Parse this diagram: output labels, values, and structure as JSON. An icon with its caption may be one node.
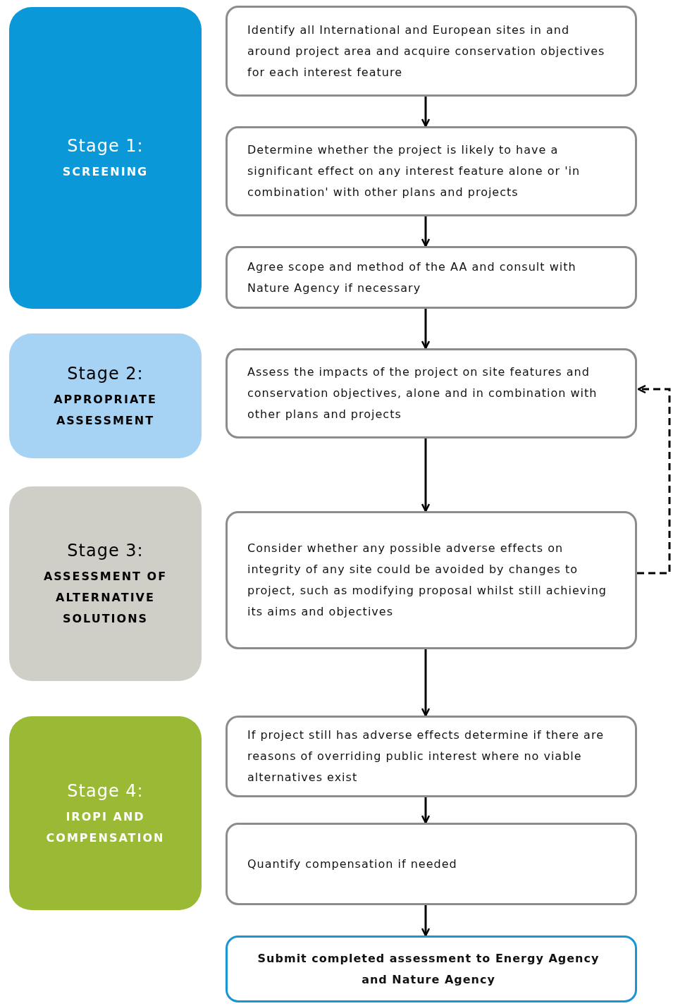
{
  "diagram": {
    "nodes": [
      {
        "text": [
          "Stage 1:",
          "SCREENING"
        ]
      },
      {
        "text": [
          "Stage 2:",
          "APPROPRIATE ASSESSMENT"
        ]
      },
      {
        "text": [
          "Stage 3:",
          "ASSESSMENT OF ALTERNATIVE SOLUTIONS"
        ]
      },
      {
        "text": [
          "Stage 4:",
          "IROPI AND COMPENSATION"
        ]
      },
      {
        "text": [
          "Identify all International and European sites in and around project area and acquire conservation objectives for each interest feature"
        ]
      },
      {
        "text": [
          "Determine whether the project is likely to have a significant effect on any interest feature alone or 'in combination' with other plans and projects"
        ]
      },
      {
        "text": [
          "Agree scope and method of the AA and consult with Nature Agency if necessary"
        ]
      },
      {
        "text": [
          "Assess the impacts of the project on site features and conservation objectives, alone and in combination with other plans and projects"
        ]
      },
      {
        "text": [
          "Consider whether any possible adverse effects on integrity of any site could be avoided by changes to project, such as modifying proposal whilst still achieving its aims and objectives"
        ]
      },
      {
        "text": [
          "If project still has adverse effects determine if there are reasons of overriding public interest where no viable alternatives exist"
        ]
      },
      {
        "text": [
          "Quantify compensation if needed"
        ]
      },
      {
        "text": [
          "Submit completed assessment to Energy Agency and Nature Agency"
        ]
      }
    ],
    "edges": [
      {
        "from": 4,
        "to": 5,
        "arrow": "to"
      },
      {
        "from": 5,
        "to": 6,
        "arrow": "to"
      },
      {
        "from": 6,
        "to": 7,
        "arrow": "to"
      },
      {
        "from": 7,
        "to": 8,
        "arrow": "to"
      },
      {
        "from": 8,
        "to": 9,
        "arrow": "to"
      },
      {
        "from": 9,
        "to": 10,
        "arrow": "to"
      },
      {
        "from": 10,
        "to": 11,
        "arrow": "to"
      },
      {
        "from": 8,
        "to": 7,
        "arrow": "to",
        "style": "dashed"
      }
    ]
  }
}
